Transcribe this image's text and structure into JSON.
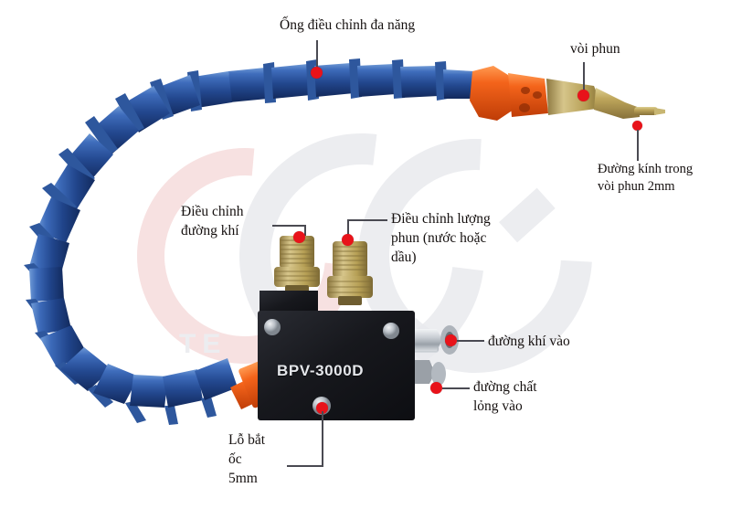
{
  "product": {
    "model": "BPV-3000D"
  },
  "watermark": {
    "text": "TE",
    "logo_letters": "CG"
  },
  "colors": {
    "marker_red": "#e8131a",
    "hose_blue": "#2a52a0",
    "hose_blue_dark": "#15336b",
    "coupling_orange": "#f4641b",
    "brass": "#b8a152",
    "body_black": "#17181d",
    "chrome": "#c9cdd2",
    "leader_line": "#4a4a52",
    "text": "#15100f"
  },
  "annotations": {
    "hose": {
      "lines": [
        "Ống điều chỉnh đa năng"
      ]
    },
    "nozzle": {
      "lines": [
        "vòi phun"
      ]
    },
    "nozzle_bore": {
      "lines": [
        "Đường kính trong",
        "vòi phun 2mm"
      ]
    },
    "air_adjust": {
      "lines": [
        "Điều chỉnh",
        "đường khí"
      ]
    },
    "flow_adjust": {
      "lines": [
        "Điều chỉnh lượng",
        "phun (nước hoặc",
        "dầu)"
      ]
    },
    "air_inlet": {
      "lines": [
        "đường khí vào"
      ]
    },
    "liquid_inlet": {
      "lines": [
        "đường chất",
        "lỏng vào"
      ]
    },
    "mount_hole": {
      "lines": [
        "Lỗ bắt",
        "ốc",
        "5mm"
      ]
    }
  }
}
